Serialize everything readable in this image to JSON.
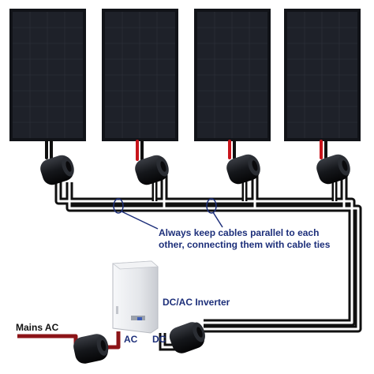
{
  "diagram": {
    "labels": {
      "note_line1": "Always keep cables parallel to each",
      "note_line2": "other, connecting them with cable ties",
      "inverter": "DC/AC Inverter",
      "mains": "Mains AC",
      "ac": "AC",
      "dc": "DC"
    },
    "panel_count": 4,
    "optimizer_count": 4,
    "colors": {
      "panel_frame": "#111318",
      "panel_cell": "#1e2129",
      "cable_black": "#101010",
      "cable_white": "#ffffff",
      "cable_red": "#c8141b",
      "mains_red": "#8c1418",
      "callout": "#1d2f7a",
      "inverter_body": "#e4e6ea"
    }
  }
}
